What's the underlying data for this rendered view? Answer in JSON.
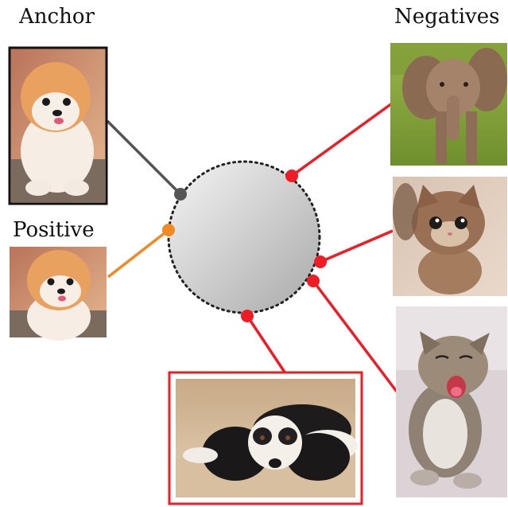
{
  "labels": {
    "anchor": "Anchor",
    "positive": "Positive",
    "negatives": "Negatives"
  },
  "images": {
    "anchor": "pomeranian-dog",
    "positive": "pomeranian-dog",
    "negative_1": "elephant-calf",
    "negative_2": "kitten",
    "negative_3": "kitten-yawning",
    "negative_4": "cavalier-spaniel-dog"
  },
  "colors": {
    "anchor_link": "#555555",
    "positive_link": "#f08a24",
    "negative_link": "#ee1c24",
    "sphere_dots": "#222222"
  }
}
